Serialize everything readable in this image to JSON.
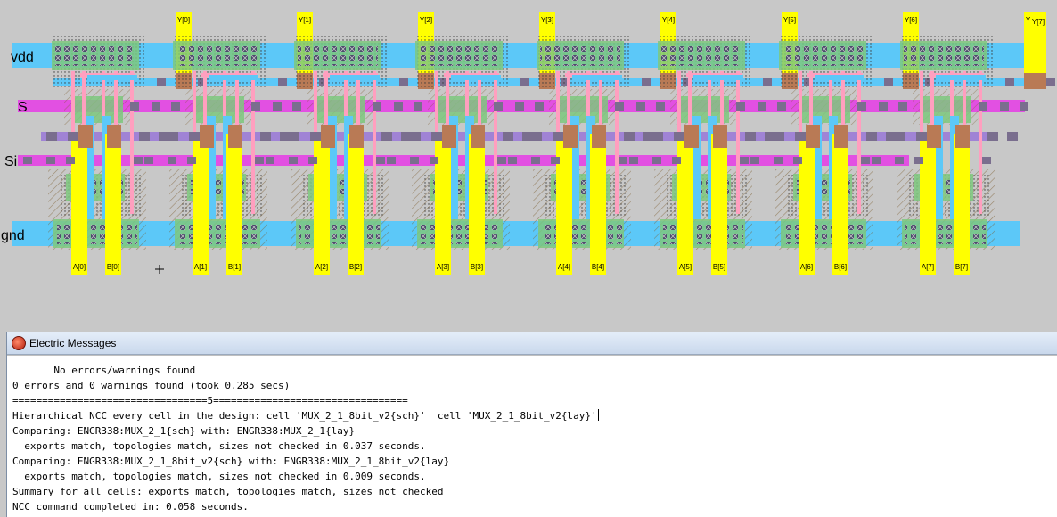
{
  "layout_canvas": {
    "net_labels": {
      "vdd": "vdd",
      "s": "S",
      "si": "Si",
      "gnd": "gnd"
    },
    "outputs": [
      "Y[0]",
      "Y[1]",
      "Y[2]",
      "Y[3]",
      "Y[4]",
      "Y[5]",
      "Y[6]",
      "Y[7]"
    ],
    "inputs_a": [
      "A[0]",
      "A[1]",
      "A[2]",
      "A[3]",
      "A[4]",
      "A[5]",
      "A[6]",
      "A[7]"
    ],
    "inputs_b": [
      "B[0]",
      "B[1]",
      "B[2]",
      "B[3]",
      "B[4]",
      "B[5]",
      "B[6]",
      "B[7]"
    ],
    "extra_output": "Y[7]",
    "colors": {
      "background": "#c8c8c8",
      "metal1": "#5cc8f8",
      "metal2": "#e44ae4",
      "poly": "#ff9fbf",
      "active": "#7ec87e",
      "pin": "#ffff00",
      "contact": "#7a6e8e",
      "strap": "#9b7bd6",
      "via": "#b97a55"
    }
  },
  "messages_window": {
    "title": "Electric Messages",
    "lines": [
      "       No errors/warnings found",
      "0 errors and 0 warnings found (took 0.285 secs)",
      "=================================5=================================",
      "Hierarchical NCC every cell in the design: cell 'MUX_2_1_8bit_v2{sch}'  cell 'MUX_2_1_8bit_v2{lay}'",
      "Comparing: ENGR338:MUX_2_1{sch} with: ENGR338:MUX_2_1{lay}",
      "  exports match, topologies match, sizes not checked in 0.037 seconds.",
      "Comparing: ENGR338:MUX_2_1_8bit_v2{sch} with: ENGR338:MUX_2_1_8bit_v2{lay}",
      "  exports match, topologies match, sizes not checked in 0.009 seconds.",
      "Summary for all cells: exports match, topologies match, sizes not checked",
      "NCC command completed in: 0.058 seconds."
    ]
  }
}
